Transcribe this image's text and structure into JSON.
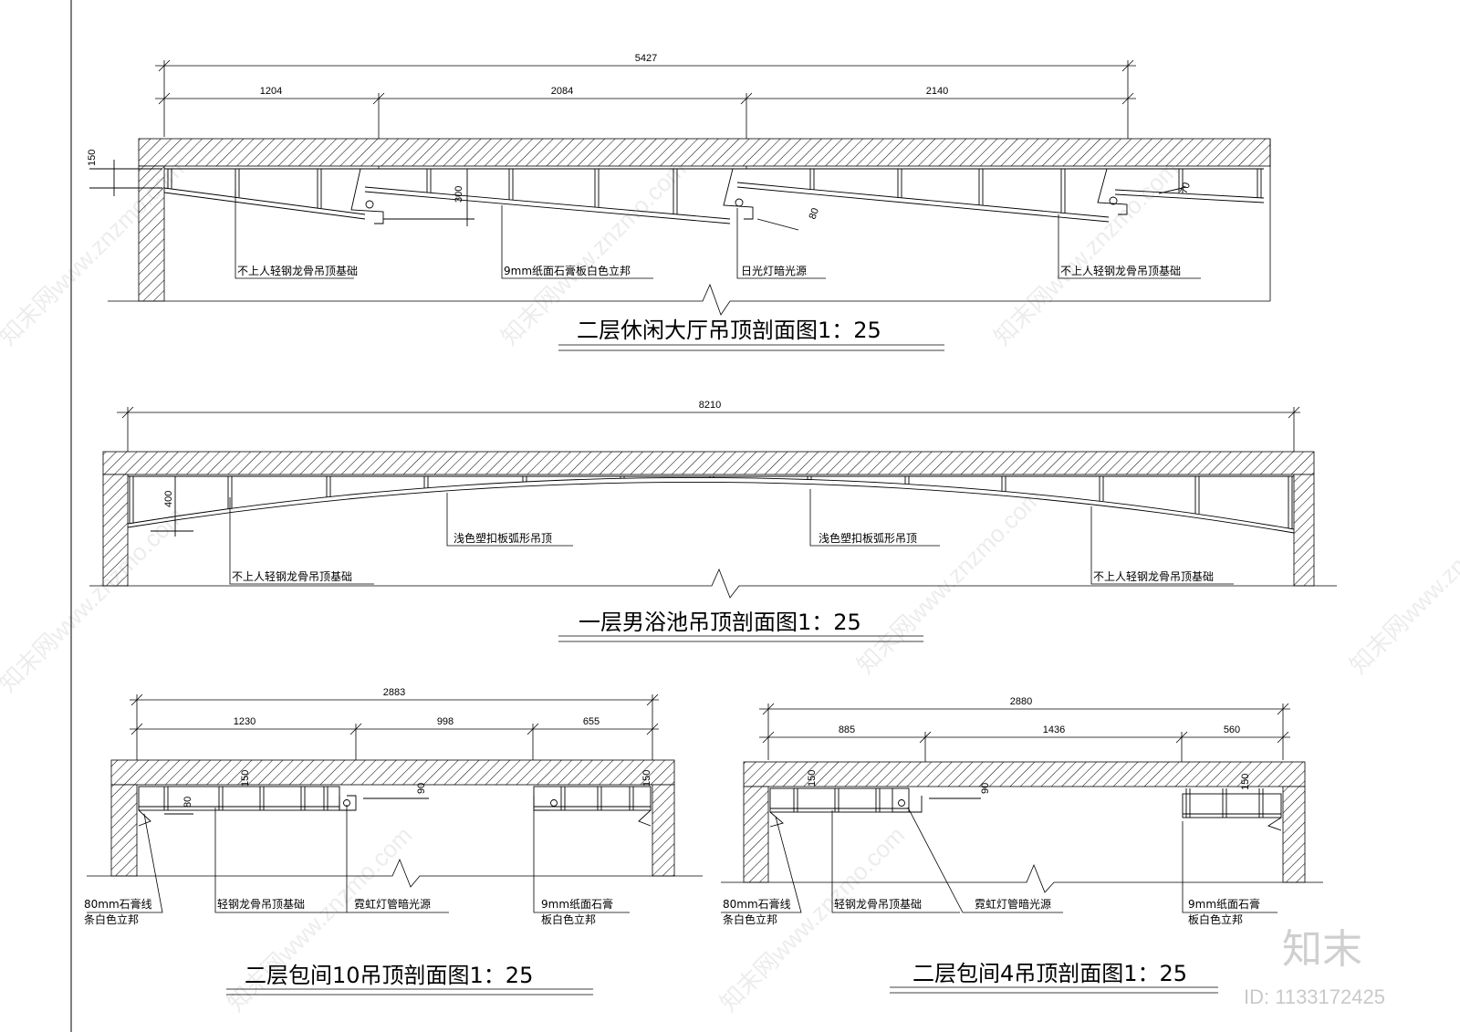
{
  "sections": {
    "s1": {
      "title": "二层休闲大厅吊顶剖面图1：25",
      "dims": {
        "total": "5427",
        "d1": "1204",
        "d2": "2084",
        "d3": "2140",
        "h150": "150",
        "h300": "300",
        "h80": "80",
        "h70": "70"
      },
      "labels": {
        "l1": "不上人轻钢龙骨吊顶基础",
        "l2": "9mm纸面石膏板白色立邦",
        "l3": "日光灯暗光源",
        "l4": "不上人轻钢龙骨吊顶基础"
      }
    },
    "s2": {
      "title": "一层男浴池吊顶剖面图1：25",
      "dims": {
        "total": "8210",
        "h400": "400"
      },
      "labels": {
        "l1": "浅色塑扣板弧形吊顶",
        "l2": "浅色塑扣板弧形吊顶",
        "l3": "不上人轻钢龙骨吊顶基础",
        "l4": "不上人轻钢龙骨吊顶基础"
      }
    },
    "s3": {
      "title": "二层包间10吊顶剖面图1：25",
      "dims": {
        "total": "2883",
        "d1": "1230",
        "d2": "998",
        "d3": "655",
        "h150a": "150",
        "h80": "80",
        "h90": "90",
        "h150b": "150"
      },
      "labels": {
        "l1a": "80mm石膏线",
        "l1b": "条白色立邦",
        "l2": "轻钢龙骨吊顶基础",
        "l3": "霓虹灯管暗光源",
        "l4a": "9mm纸面石膏",
        "l4b": "板白色立邦"
      }
    },
    "s4": {
      "title": "二层包间4吊顶剖面图1：25",
      "dims": {
        "total": "2880",
        "d1": "885",
        "d2": "1436",
        "d3": "560",
        "h150a": "150",
        "h90": "90",
        "h150b": "150"
      },
      "labels": {
        "l1a": "80mm石膏线",
        "l1b": "条白色立邦",
        "l2": "轻钢龙骨吊顶基础",
        "l3": "霓虹灯管暗光源",
        "l4a": "9mm纸面石膏",
        "l4b": "板白色立邦"
      }
    }
  },
  "brand": {
    "logo": "知末",
    "id": "ID: 1133172425"
  },
  "watermark": "知末网www.znzmo.com"
}
